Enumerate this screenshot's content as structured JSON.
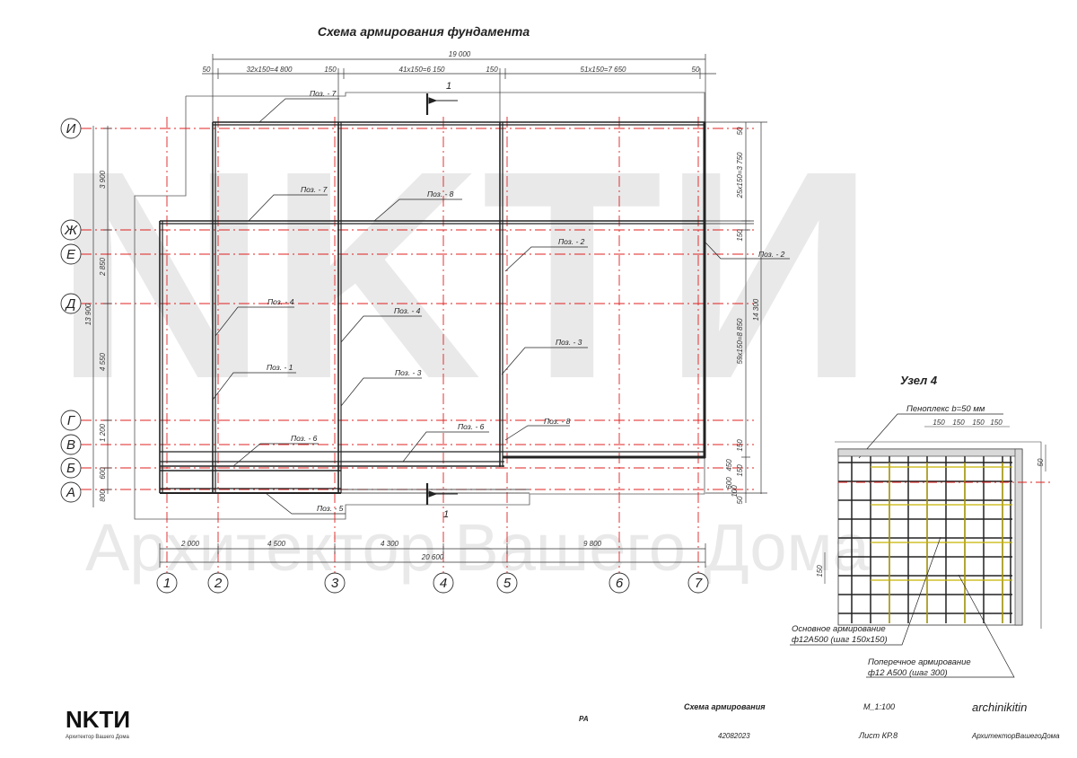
{
  "title": "Схема армирования фундамента",
  "watermark": {
    "logo": "NKTИ",
    "text": "Архитектор Вашего Дома"
  },
  "dims_top": [
    "19 000",
    "50",
    "32x150=4 800",
    "150",
    "41x150=6 150",
    "150",
    "51x150=7 650",
    "50"
  ],
  "dims_left": [
    "3 900",
    "2 850",
    "4 550",
    "1 200",
    "600",
    "800",
    "13 900"
  ],
  "dims_right": [
    "50",
    "25x150=3 750",
    "150",
    "59x150=8 850",
    "150",
    "450",
    "150",
    "600",
    "100",
    "50",
    "14 300"
  ],
  "dims_bottom": [
    "2 000",
    "4 500",
    "4 300",
    "9 800",
    "20 600"
  ],
  "axes_rows": [
    "И",
    "Ж",
    "Е",
    "Д",
    "Г",
    "В",
    "Б",
    "А"
  ],
  "axes_cols": [
    "1",
    "2",
    "3",
    "4",
    "5",
    "6",
    "7"
  ],
  "section_marks": [
    "1",
    "1"
  ],
  "positions": {
    "p7a": "Поз. - 7",
    "p7b": "Поз. - 7",
    "p8a": "Поз. - 8",
    "p2a": "Поз. - 2",
    "p2b": "Поз. - 2",
    "p4a": "Поз. - 4",
    "p4b": "Поз. - 4",
    "p3a": "Поз. - 3",
    "p3b": "Поз. - 3",
    "p1": "Поз. - 1",
    "p6a": "Поз. - 6",
    "p6b": "Поз. - 6",
    "p8b": "Поз. - 8",
    "p5": "Поз. - 5"
  },
  "node": {
    "title": "Узел 4",
    "insulation": "Пеноплекс b=50 мм",
    "spacing": [
      "150",
      "150",
      "150",
      "150"
    ],
    "spacing_side": "150",
    "spacing_right": "50",
    "main_label_1": "Основное армирование",
    "main_label_2": "ф12А500  (шаг 150х150)",
    "trans_label_1": "Поперечное армирование",
    "trans_label_2": "ф12 А500 (шаг 300)"
  },
  "stamp": {
    "logo": "NKTИ",
    "logo_caption": "Архитектор Вашего Дома",
    "stage": "РА",
    "sheet_title": "Схема армирования",
    "scale": "М_1:100",
    "author": "archinikitin",
    "date": "42082023",
    "sheet": "Лист КР.8",
    "site": "АрхитекторВашегоДома"
  },
  "colors": {
    "axis": "#e02020",
    "rebar": "#222222",
    "node_yellow": "#c8b400"
  }
}
